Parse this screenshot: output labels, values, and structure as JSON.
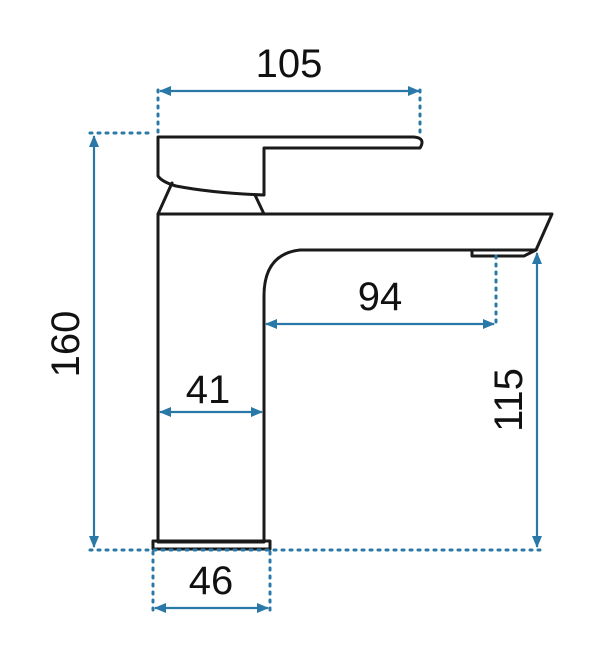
{
  "dimensions": {
    "top_width": "105",
    "total_height": "160",
    "spout_reach": "94",
    "body_width": "41",
    "spout_height": "115",
    "base_width": "46"
  },
  "colors": {
    "dimension": "#2a78a8",
    "outline": "#1a1a1a",
    "text": "#111111"
  }
}
